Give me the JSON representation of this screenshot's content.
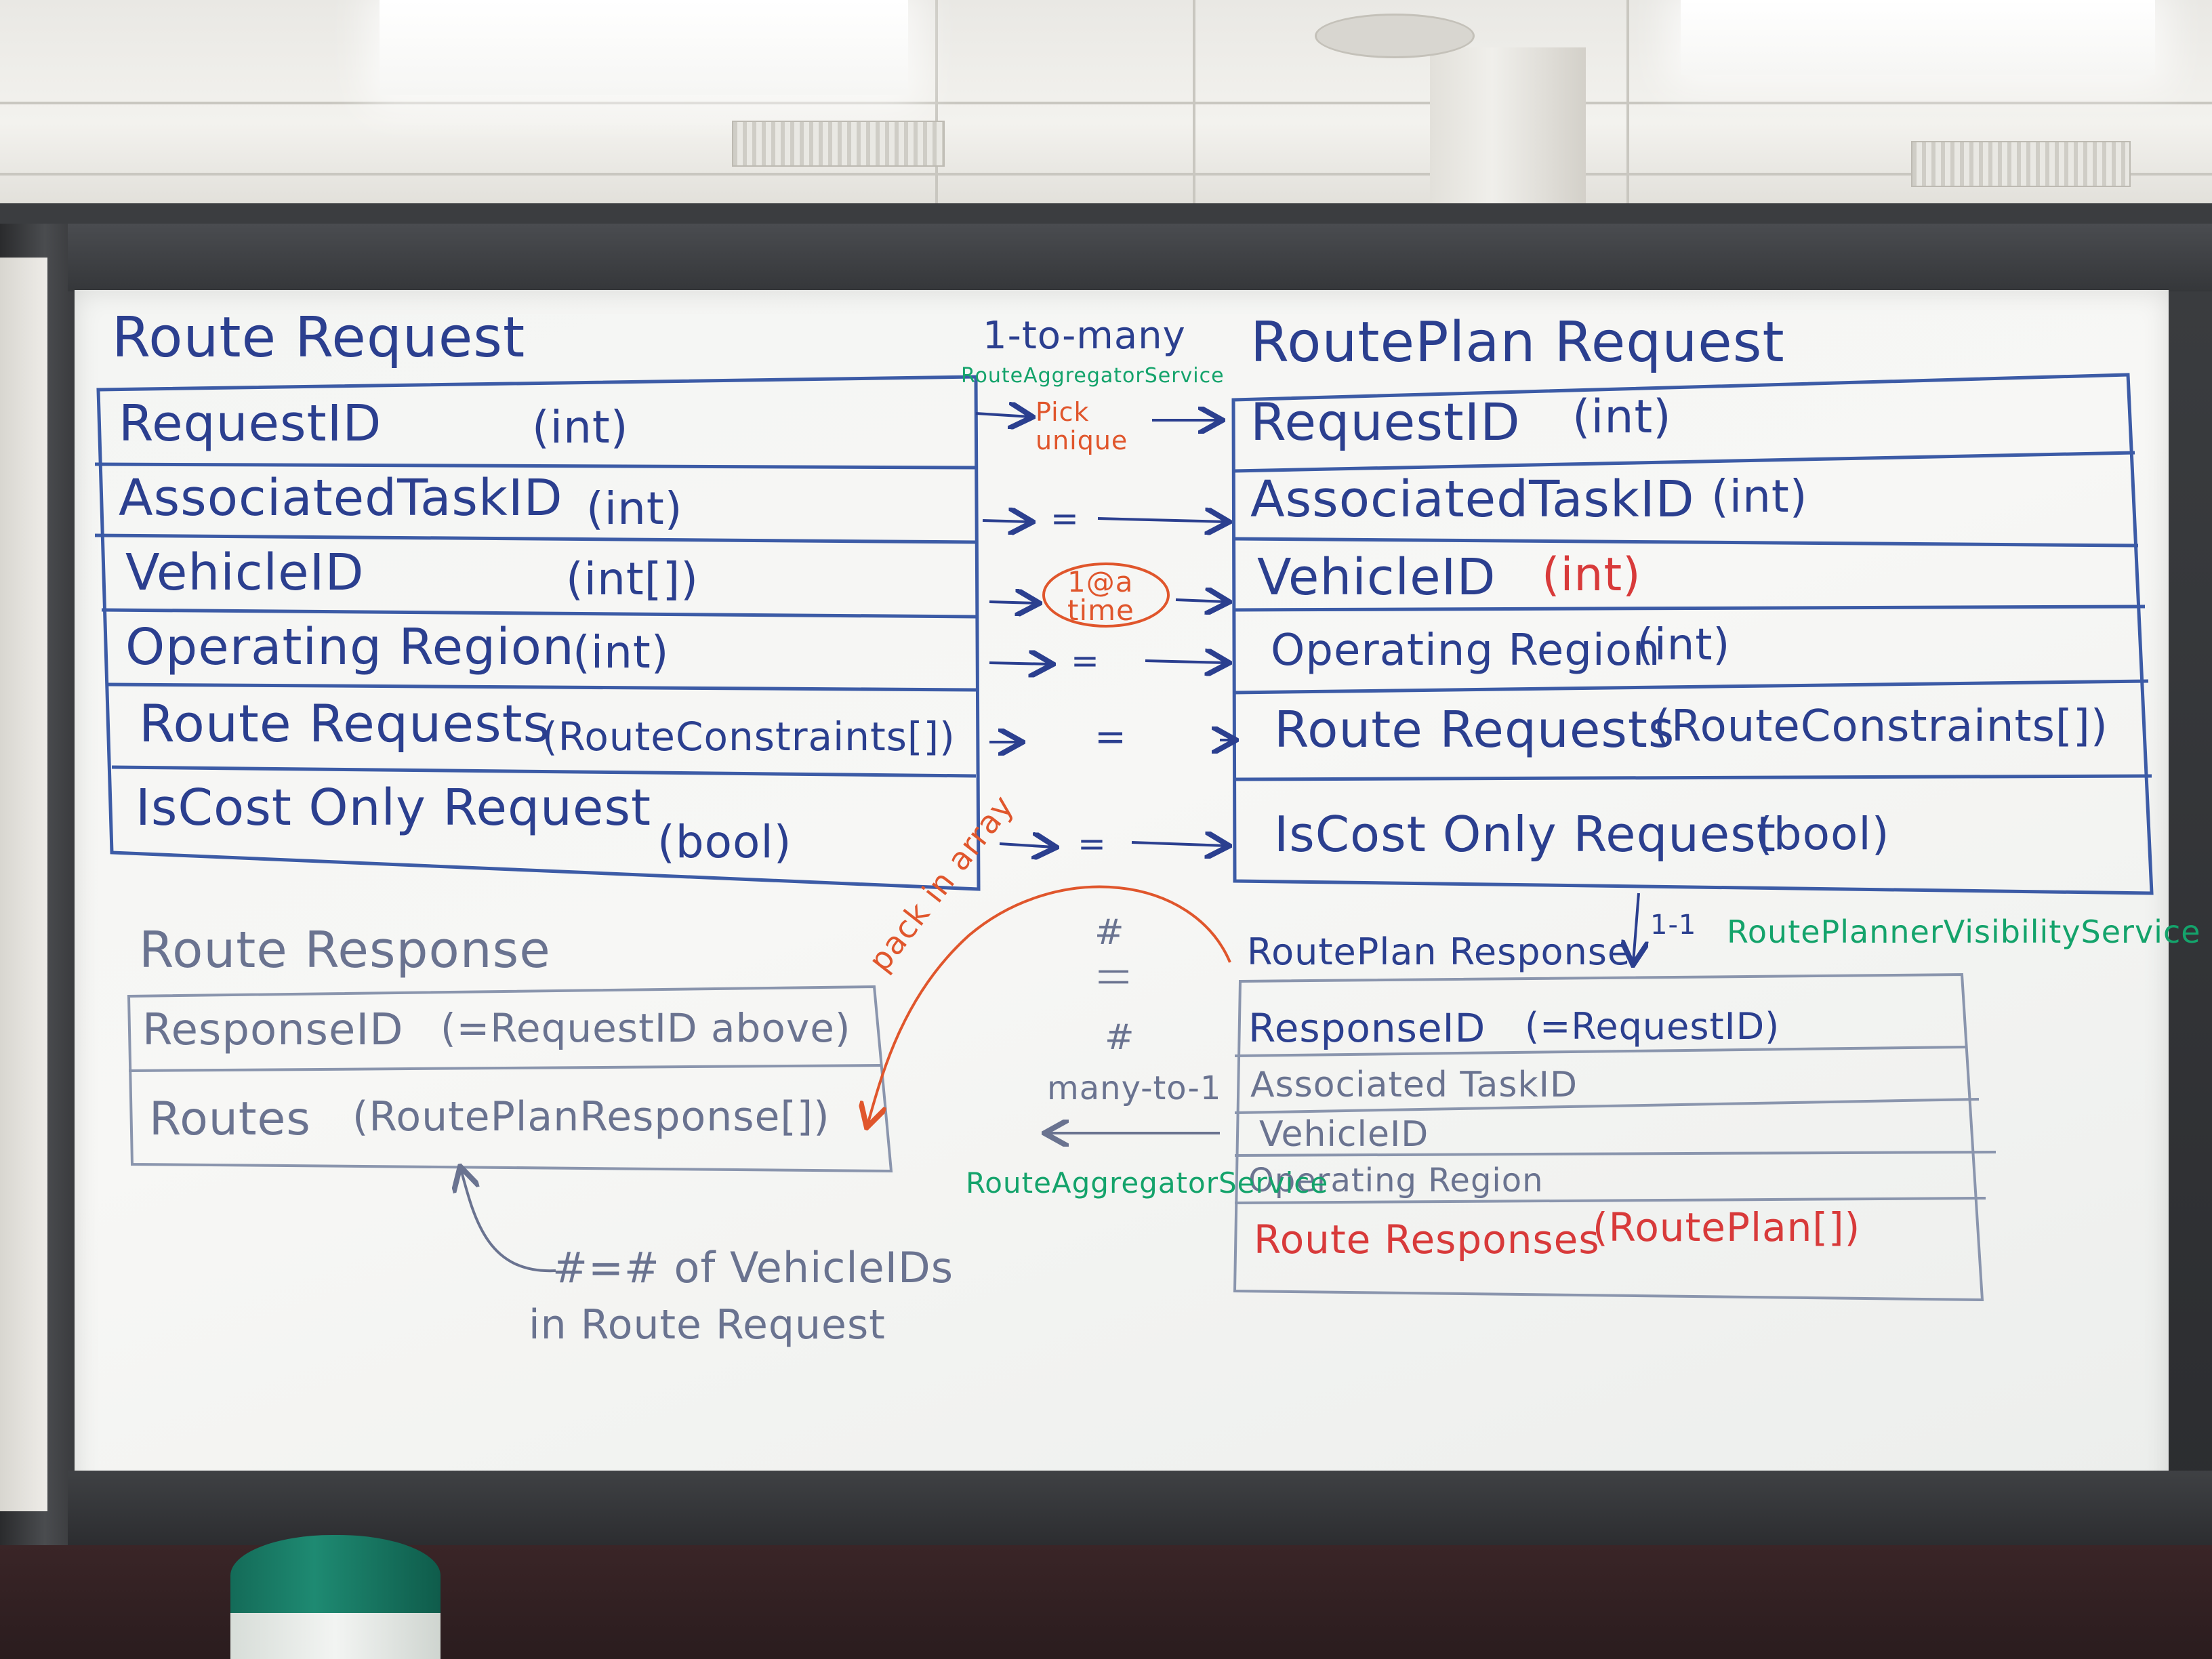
{
  "route_request": {
    "title": "Route Request",
    "rows": [
      {
        "name": "RequestID",
        "type": "(int)"
      },
      {
        "name": "AssociatedTaskID",
        "type": "(int)"
      },
      {
        "name": "VehicleID",
        "type": "(int[])"
      },
      {
        "name": "Operating Region",
        "type": "(int)"
      },
      {
        "name": "Route Requests",
        "type": "(RouteConstraints[])"
      },
      {
        "name": "IsCost Only Request",
        "type": "(bool)"
      }
    ]
  },
  "route_plan_request": {
    "title": "RoutePlan Request",
    "rows": [
      {
        "name": "RequestID",
        "type": "(int)"
      },
      {
        "name": "AssociatedTaskID",
        "type": "(int)"
      },
      {
        "name": "VehicleID",
        "type": "(int)"
      },
      {
        "name": "Operating Region",
        "type": "(int)"
      },
      {
        "name": "Route Requests",
        "type": "(RouteConstraints[])"
      },
      {
        "name": "IsCost Only Request",
        "type": "(bool)"
      }
    ]
  },
  "route_response": {
    "title": "Route Response",
    "rows": [
      {
        "name": "ResponseID",
        "type": "(=RequestID above)"
      },
      {
        "name": "Routes",
        "type": "(RoutePlanResponse[])"
      }
    ]
  },
  "route_plan_response": {
    "title": "RoutePlan Response",
    "rows": [
      {
        "name": "ResponseID",
        "type": "(=RequestID)"
      },
      {
        "name": "Associated TaskID",
        "type": ""
      },
      {
        "name": "VehicleID",
        "type": ""
      },
      {
        "name": "Operating Region",
        "type": ""
      },
      {
        "name": "Route Responses",
        "type": "(RoutePlan[])"
      }
    ]
  },
  "annotations": {
    "one_to_many": "1-to-many",
    "aggregator_top": "RouteAggregatorService",
    "pick_unique": "Pick unique",
    "one_at_a_time": "1@a time",
    "equals": "=",
    "one_to_one": "1-1",
    "planner_service": "RoutePlannerVisibilityService",
    "pack_in_array": "pack in array",
    "hash_top": "#",
    "eq_symbol": "||",
    "hash_bottom": "#",
    "many_to_one": "many-to-1",
    "aggregator_bottom": "RouteAggregatorService",
    "note_line1": "#=# of VehicleIDs",
    "note_line2": "in Route Request"
  },
  "colors": {
    "blue_marker": "#2b3f8f",
    "grey_marker": "#6a7390",
    "red_marker": "#d83a3a",
    "orange_marker": "#e0562c",
    "green_marker": "#14a36b"
  }
}
